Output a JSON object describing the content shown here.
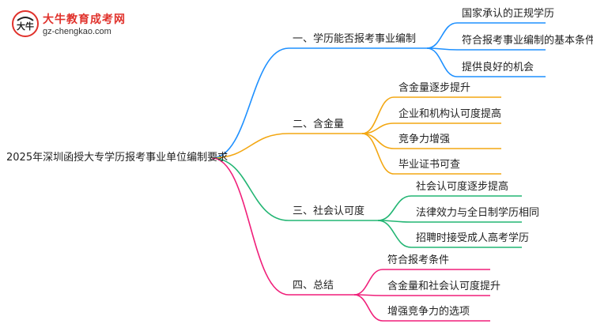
{
  "logo": {
    "site_name": "大牛教育成考网",
    "url": "gz-chengkao.com",
    "mark_text": "大牛"
  },
  "root": {
    "label": "2025年深圳函授大专学历报考事业单位编制要求"
  },
  "colors": {
    "blue": "#1e90ff",
    "orange": "#f3a712",
    "green": "#22b573",
    "pink": "#f01f7a",
    "logo_red": "#e0312b"
  },
  "branches": [
    {
      "label": "一、学历能否报考事业编制",
      "color": "blue",
      "children": [
        "国家承认的正规学历",
        "符合报考事业编制的基本条件",
        "提供良好的机会"
      ]
    },
    {
      "label": "二、含金量",
      "color": "orange",
      "children": [
        "含金量逐步提升",
        "企业和机构认可度提高",
        "竞争力增强",
        "毕业证书可查"
      ]
    },
    {
      "label": "三、社会认可度",
      "color": "green",
      "children": [
        "社会认可度逐步提高",
        "法律效力与全日制学历相同",
        "招聘时接受成人高考学历"
      ]
    },
    {
      "label": "四、总结",
      "color": "pink",
      "children": [
        "符合报考条件",
        "含金量和社会认可度提升",
        "增强竞争力的选项"
      ]
    }
  ]
}
